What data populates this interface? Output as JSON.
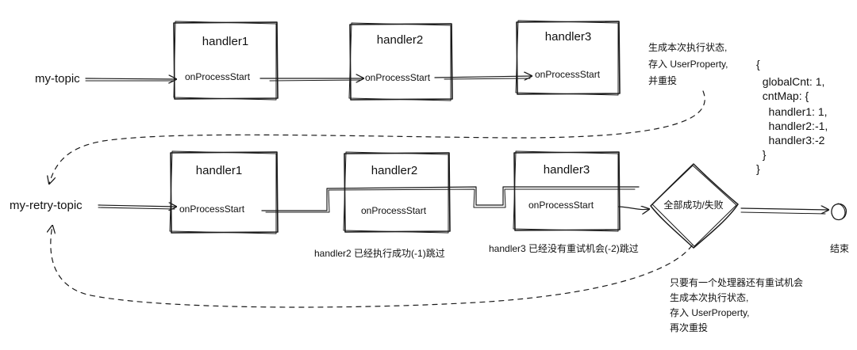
{
  "topics": {
    "main": "my-topic",
    "retry": "my-retry-topic"
  },
  "top_row": {
    "handlers": [
      {
        "name": "handler1",
        "hook": "onProcessStart"
      },
      {
        "name": "handler2",
        "hook": "onProcessStart"
      },
      {
        "name": "handler3",
        "hook": "onProcessStart"
      }
    ],
    "note": [
      "生成本次执行状态,",
      "存入 UserProperty,",
      "并重投"
    ]
  },
  "bottom_row": {
    "handlers": [
      {
        "name": "handler1",
        "hook": "onProcessStart"
      },
      {
        "name": "handler2",
        "hook": "onProcessStart"
      },
      {
        "name": "handler3",
        "hook": "onProcessStart"
      }
    ],
    "skip_notes": {
      "handler2": "handler2 已经执行成功(-1)跳过",
      "handler3": "handler3 已经没有重试机会(-2)跳过"
    },
    "decision": "全部成功/失败",
    "end_label": "结束",
    "retry_note": [
      "只要有一个处理器还有重试机会",
      "生成本次执行状态,",
      "存入 UserProperty,",
      "再次重投"
    ]
  },
  "state_json": [
    "{",
    "  globalCnt: 1,",
    "  cntMap: {",
    "    handler1: 1,",
    "    handler2:-1,",
    "    handler3:-2",
    "  }",
    "}"
  ]
}
